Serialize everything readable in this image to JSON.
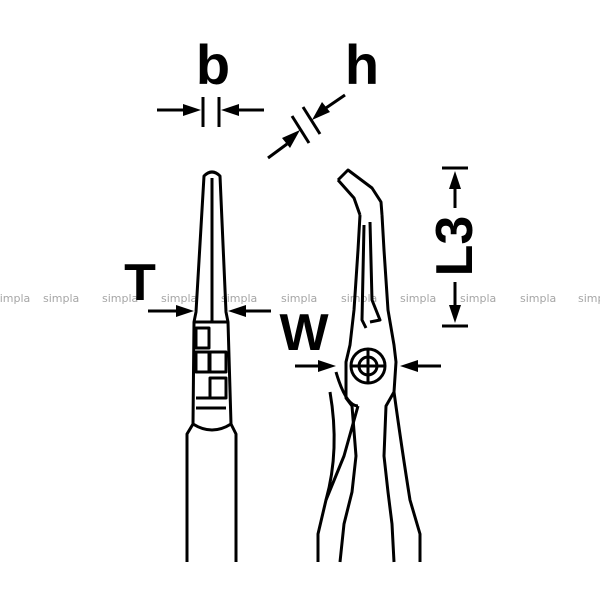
{
  "labels": {
    "b": "b",
    "h": "h",
    "T": "T",
    "W": "W",
    "L3": "L3"
  },
  "watermark": {
    "text": "simpla",
    "color": "#a6a6a6"
  },
  "colors": {
    "ink": "#000000",
    "background": "#ffffff"
  }
}
